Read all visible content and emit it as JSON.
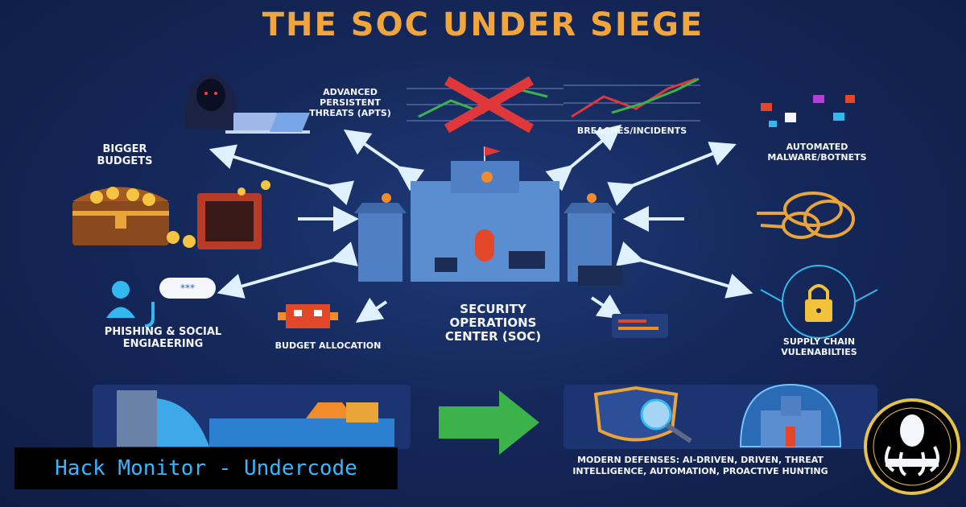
{
  "title": "THE SOC UNDER SIEGE",
  "labels": {
    "apts": "ADVANCED PERSISTENT THREATS (APTS)",
    "breaches": "BREACHES/INCIDENTS",
    "malware": "AUTOMATED MALWARE/BOTNETS",
    "budgets": "BIGGER BUDGETS",
    "phishing": "PHISHING & SOCIAL ENGIAEERING",
    "budget_allocation": "BUDGET ALLOCATION",
    "soc": "SECURITY OPERATIONS CENTER (SOC)",
    "supply_chain": "SUPPLY CHAIN VULENABILTIES",
    "modern_defenses": "MODERN DEFENSES: AI-DRIVEN, DRIVEN, THREAT INTELLIGENCE, AUTOMATION, PROACTIVE HUNTING"
  },
  "watermark": "Hack Monitor - Undercode",
  "colors": {
    "title": "#f2a53a",
    "accent_green": "#3cb34a",
    "accent_red": "#e0383a",
    "arrow": "#dff0ff",
    "watermark_text": "#38b6ff"
  },
  "icons": {
    "hacker": "hooded-hacker-laptop-icon",
    "treasure": "treasure-chest-icon",
    "phishing": "person-hook-chat-icon",
    "castle": "castle-icon",
    "malware": "bug-skull-icon",
    "supply": "padlock-network-icon",
    "shield": "shield-magnifier-icon",
    "dome": "domed-castle-icon",
    "logo": "octopus-logo-icon"
  }
}
